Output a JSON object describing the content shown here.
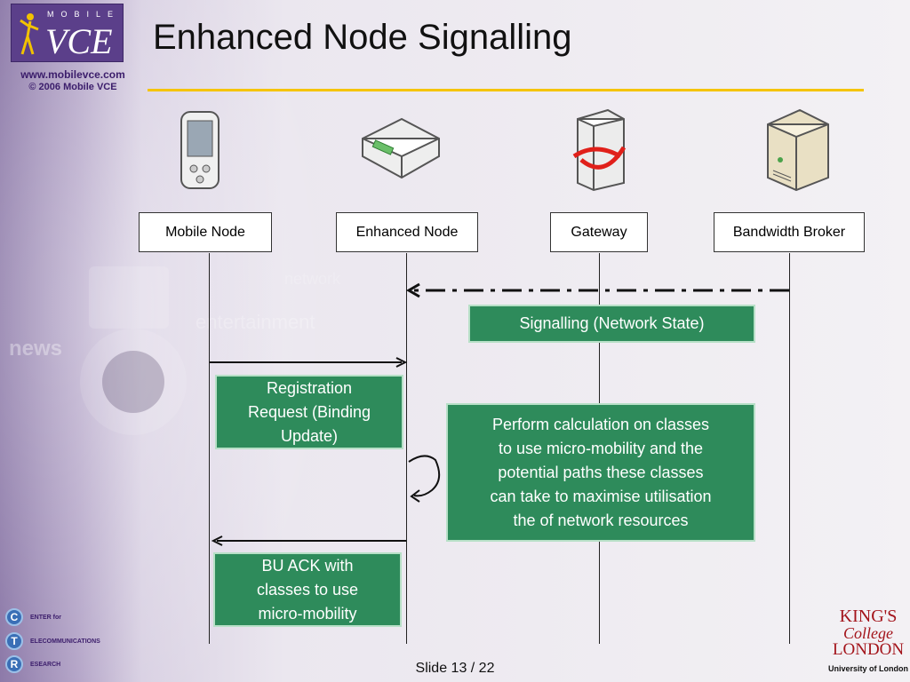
{
  "header": {
    "logo_top": "MOBILE",
    "logo_main": "VCE",
    "site_url": "www.mobilevce.com",
    "copyright": "© 2006 Mobile VCE",
    "title": "Enhanced Node Signalling"
  },
  "diagram": {
    "entities": [
      {
        "label": "Mobile Node",
        "icon": "pda-icon"
      },
      {
        "label": "Enhanced Node",
        "icon": "router-icon"
      },
      {
        "label": "Gateway",
        "icon": "gateway-server-icon"
      },
      {
        "label": "Bandwidth Broker",
        "icon": "server-icon"
      }
    ],
    "notes": {
      "signalling": "Signalling (Network State)",
      "registration": [
        "Registration",
        "Request (Binding",
        "Update)"
      ],
      "calculation": [
        "Perform calculation on classes",
        "to use micro-mobility and the",
        "potential paths these classes",
        "can take to maximise utilisation",
        "the of network resources"
      ],
      "bu_ack": [
        "BU ACK with",
        "classes to use",
        "micro-mobility"
      ]
    }
  },
  "footer": {
    "ctr": [
      "ENTER for",
      "ELECOMMUNICATIONS",
      "ESEARCH"
    ],
    "ctr_letters": [
      "C",
      "T",
      "R"
    ],
    "kings": [
      "KING'S",
      "College",
      "LONDON"
    ],
    "university": "University of London",
    "slide_number": "Slide 13 / 22"
  },
  "colors": {
    "note_green": "#2e8b5b",
    "title_rule": "#f5c400",
    "brand_purple": "#5b3f8a"
  }
}
